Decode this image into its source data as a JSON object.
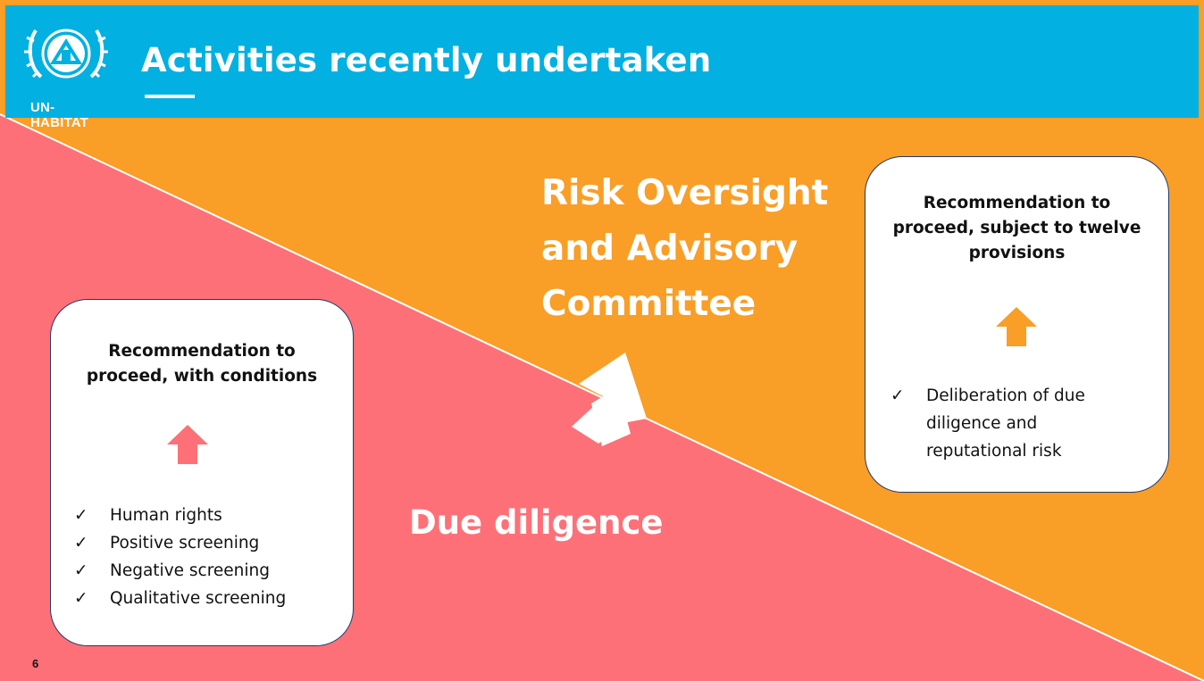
{
  "header": {
    "logo_text": "UN-HABITAT",
    "title": "Activities recently undertaken"
  },
  "colors": {
    "header_blue": "#02b0e2",
    "orange": "#f99e26",
    "coral": "#fe7077",
    "box_border": "#1f3a70"
  },
  "icons": [
    "un-habitat-logo-icon",
    "up-arrow-icon",
    "checkmark-icon",
    "diagonal-arrow-icon"
  ],
  "committee": {
    "title_lines": [
      "Risk Oversight",
      "and Advisory",
      "Committee"
    ],
    "box_heading_lines": [
      "Recommendation to",
      "proceed, subject to twelve",
      "provisions"
    ],
    "items": [
      {
        "check": "✓",
        "label": "Deliberation of due diligence and reputational risk"
      }
    ]
  },
  "due_diligence": {
    "title": "Due diligence",
    "box_heading_lines": [
      "Recommendation to",
      "proceed, with conditions"
    ],
    "items": [
      {
        "check": "✓",
        "label": "Human rights"
      },
      {
        "check": "✓",
        "label": "Positive screening"
      },
      {
        "check": "✓",
        "label": "Negative screening"
      },
      {
        "check": "✓",
        "label": "Qualitative screening"
      }
    ]
  },
  "page_number": "6"
}
